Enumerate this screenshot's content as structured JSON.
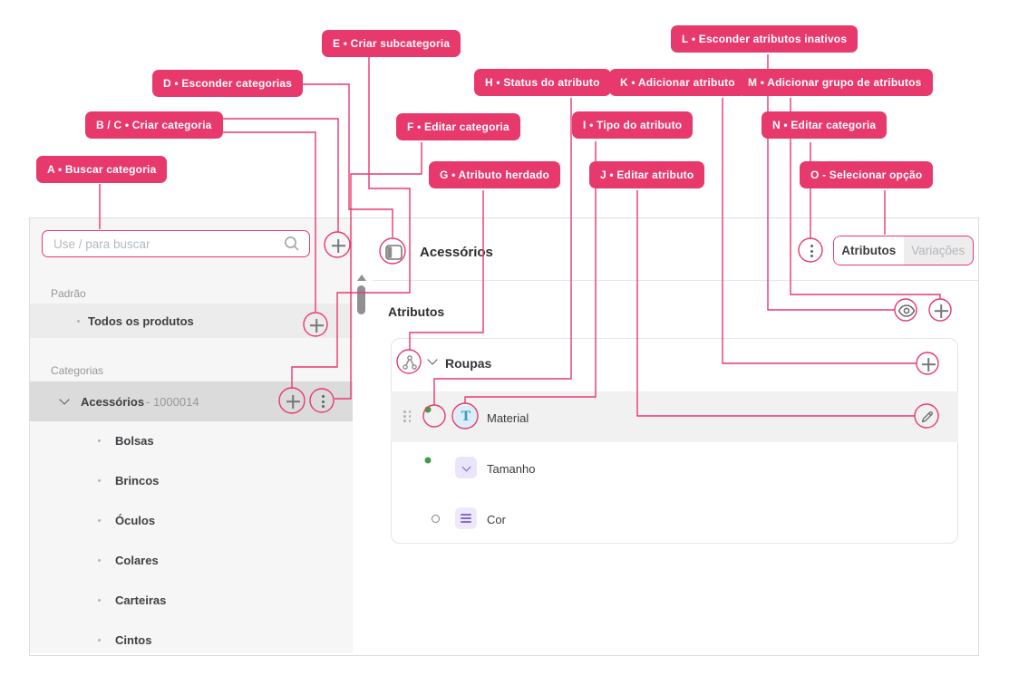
{
  "annotations": {
    "accent_color": "#E8396D",
    "badges": [
      {
        "id": "A",
        "label": "A • Buscar categoria"
      },
      {
        "id": "B/C",
        "label": "B / C • Criar categoria"
      },
      {
        "id": "D",
        "label": "D • Esconder categorias"
      },
      {
        "id": "E",
        "label": "E • Criar subcategoria"
      },
      {
        "id": "F",
        "label": "F • Editar categoria"
      },
      {
        "id": "G",
        "label": "G • Atributo herdado"
      },
      {
        "id": "H",
        "label": "H • Status do atributo"
      },
      {
        "id": "I",
        "label": "I • Tipo do atributo"
      },
      {
        "id": "J",
        "label": "J • Editar atributo"
      },
      {
        "id": "K",
        "label": "K • Adicionar atributo"
      },
      {
        "id": "L",
        "label": "L • Esconder atributos inativos"
      },
      {
        "id": "M",
        "label": "M • Adicionar grupo de atributos"
      },
      {
        "id": "N",
        "label": "N • Editar categoria"
      },
      {
        "id": "O",
        "label": "O - Selecionar opção"
      }
    ]
  },
  "sidebar": {
    "search": {
      "placeholder": "Use / para buscar"
    },
    "section_default": "Padrão",
    "default_item": "Todos os produtos",
    "section_categories": "Categorias",
    "category": {
      "name": "Acessórios",
      "code_suffix": "- 1000014"
    },
    "children": [
      {
        "label": "Bolsas"
      },
      {
        "label": "Brincos"
      },
      {
        "label": "Óculos"
      },
      {
        "label": "Colares"
      },
      {
        "label": "Carteiras"
      },
      {
        "label": "Cintos"
      }
    ]
  },
  "main": {
    "title": "Acessórios",
    "tabs": [
      {
        "label": "Atributos",
        "active": true
      },
      {
        "label": "Variações",
        "active": false
      }
    ],
    "section_heading": "Atributos",
    "group": {
      "name": "Roupas",
      "attributes": [
        {
          "name": "Material",
          "status": "active",
          "type": "text"
        },
        {
          "name": "Tamanho",
          "status": "active",
          "type": "select"
        },
        {
          "name": "Cor",
          "status": "inactive",
          "type": "list"
        }
      ]
    }
  }
}
